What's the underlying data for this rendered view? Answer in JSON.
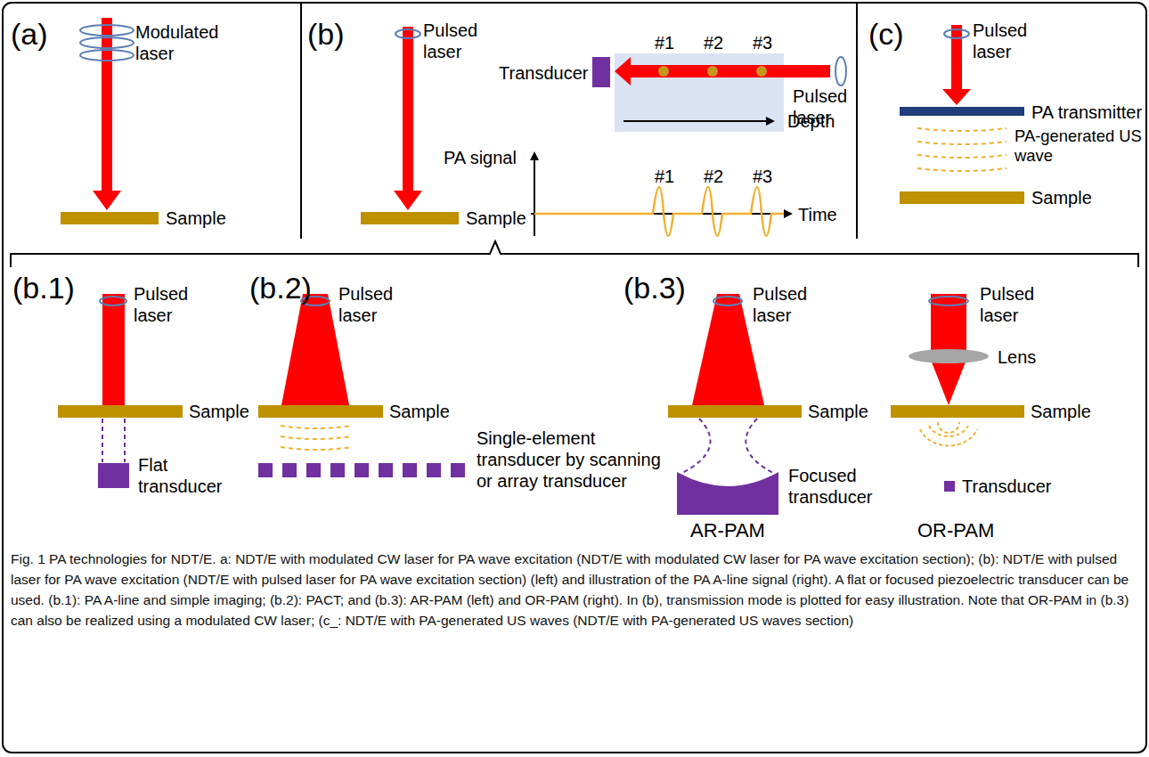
{
  "diagram": {
    "caption": "Fig. 1 PA technologies for NDT/E. a: NDT/E with modulated CW laser for PA wave excitation (NDT/E with modulated CW laser for PA wave excitation section); (b): NDT/E with pulsed laser for PA wave excitation (NDT/E with pulsed laser for PA wave excitation section) (left) and illustration of the PA A-line signal (right). A flat or focused piezoelectric transducer can be used. (b.1): PA A-line and simple imaging; (b.2): PACT; and (b.3): AR-PAM (left) and OR-PAM (right). In (b), transmission mode is plotted for easy illustration. Note that OR-PAM in (b.3) can also be realized using a modulated CW laser; (c_: NDT/E with PA-generated US waves (NDT/E with PA-generated US waves section)",
    "labels": [
      "(a)",
      "Modulated laser",
      "Sample",
      "(b)",
      "Pulsed laser",
      "Sample",
      "Transducer",
      "#1",
      "#2",
      "#3",
      "Pulsed laser",
      "Depth",
      "PA signal",
      "#1",
      "#2",
      "#3",
      "Time",
      "(c)",
      "Pulsed laser",
      "PA transmitter",
      "PA-generated US wave",
      "Sample",
      "(b.1)",
      "Pulsed laser",
      "Sample",
      "Flat transducer",
      "(b.2)",
      "Pulsed laser",
      "Sample",
      "Single-element transducer by scanning or array transducer",
      "(b.3)",
      "Pulsed laser",
      "Sample",
      "Focused transducer",
      "AR-PAM",
      "Pulsed laser",
      "Lens",
      "Sample",
      "Transducer",
      "OR-PAM"
    ]
  }
}
